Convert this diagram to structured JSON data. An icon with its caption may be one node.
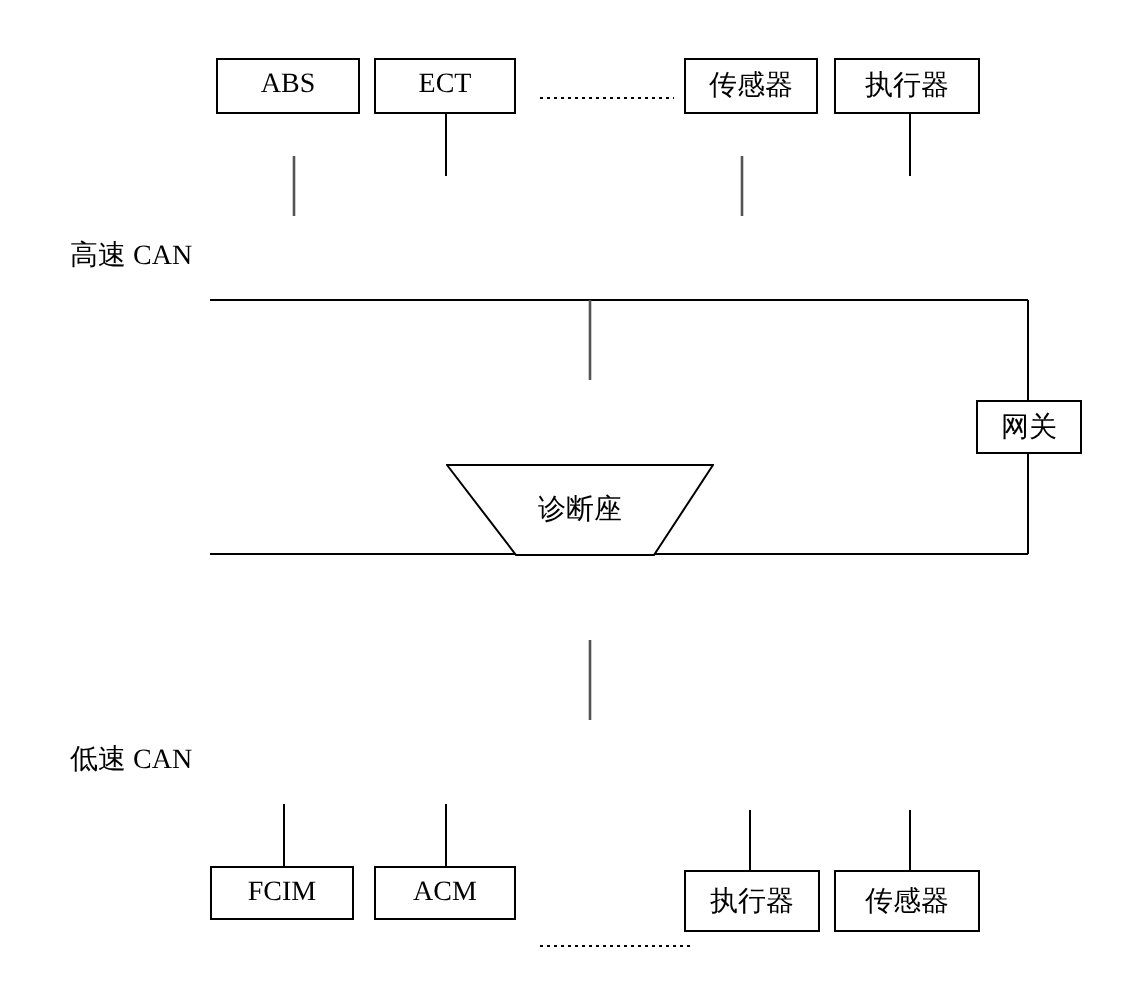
{
  "diagram": {
    "nodes": [
      {
        "text": [
          "ABS"
        ]
      },
      {
        "text": [
          "ECT"
        ]
      },
      {
        "text": [
          "传感器"
        ]
      },
      {
        "text": [
          "执行器"
        ]
      },
      {
        "text": [
          "网关"
        ]
      },
      {
        "text": [
          "诊断座"
        ]
      },
      {
        "text": [
          "FCIM"
        ]
      },
      {
        "text": [
          "ACM"
        ]
      },
      {
        "text": [
          "执行器"
        ]
      },
      {
        "text": [
          "传感器"
        ]
      }
    ],
    "edges": [
      {
        "from": 1,
        "to": null,
        "arrow": "none"
      },
      {
        "from": 3,
        "to": null,
        "arrow": "none"
      },
      {
        "from": null,
        "to": 4,
        "arrow": "none"
      },
      {
        "from": 4,
        "to": null,
        "arrow": "none"
      },
      {
        "from": null,
        "to": 6,
        "arrow": "none"
      },
      {
        "from": null,
        "to": 7,
        "arrow": "none"
      },
      {
        "from": null,
        "to": 8,
        "arrow": "none"
      },
      {
        "from": null,
        "to": 9,
        "arrow": "none"
      }
    ],
    "labels": [
      "高速 CAN",
      "低速 CAN"
    ]
  }
}
